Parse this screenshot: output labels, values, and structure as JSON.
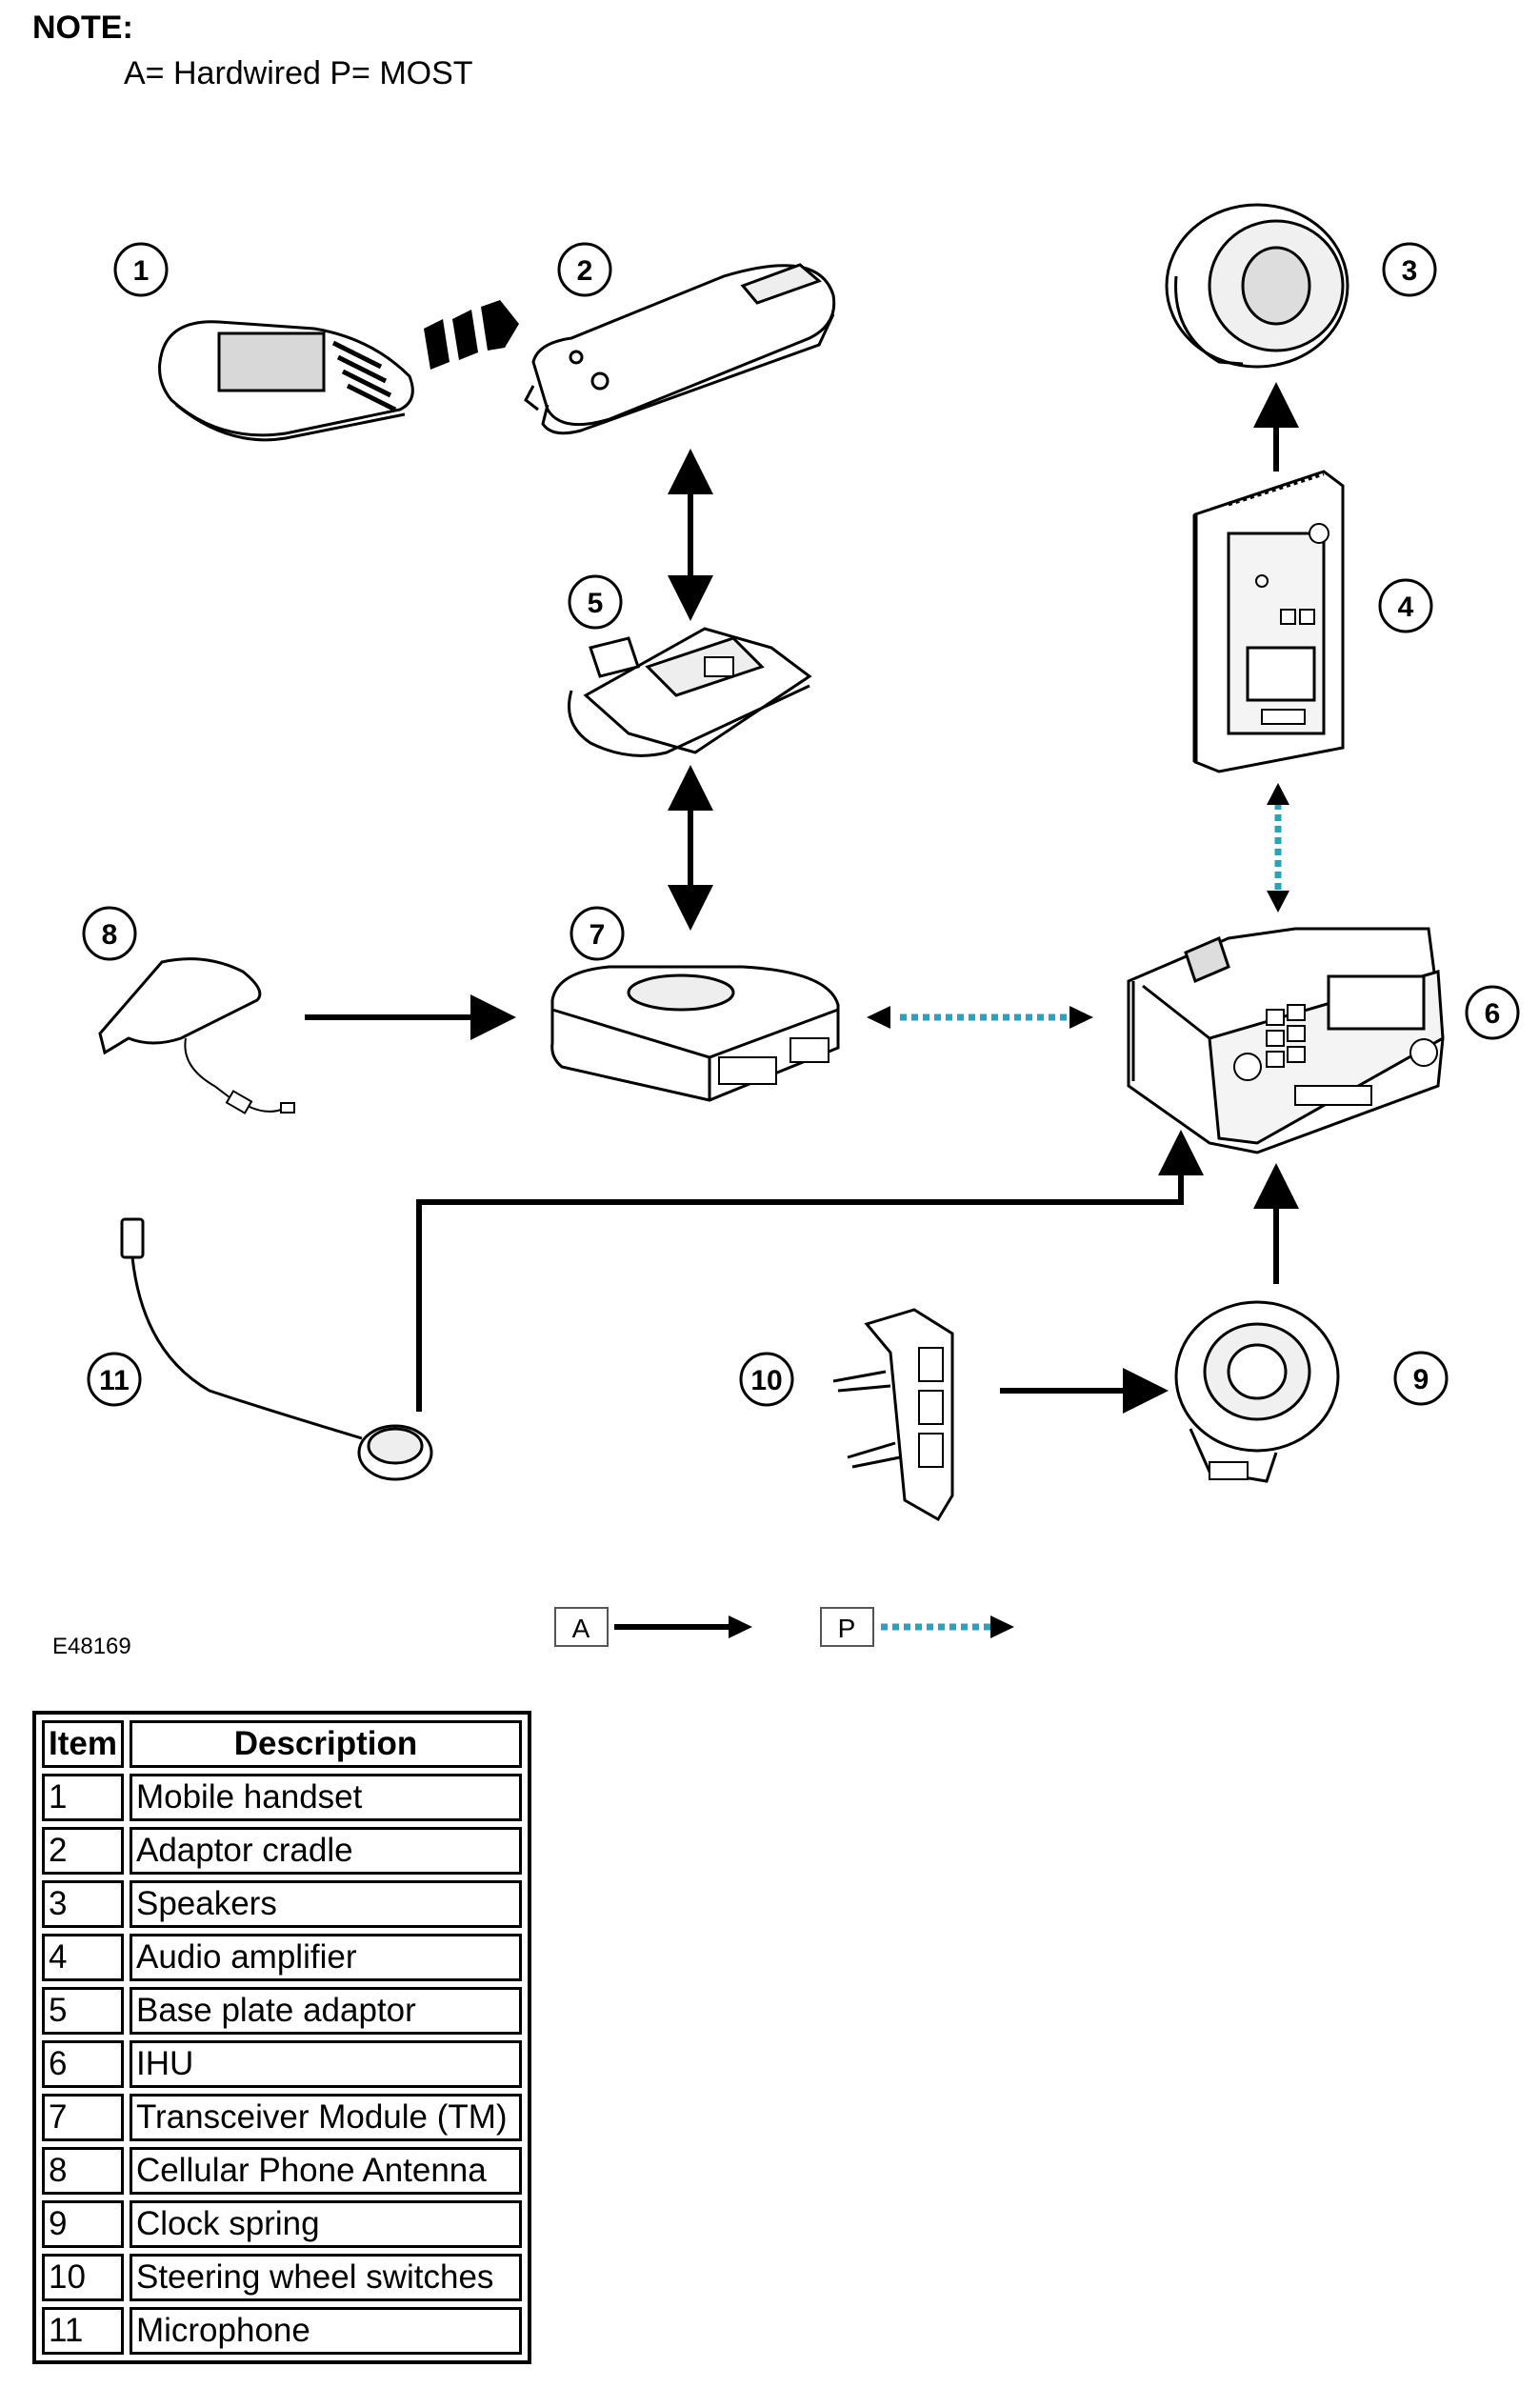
{
  "note": {
    "title": "NOTE:",
    "text": "A= Hardwired P= MOST"
  },
  "figure_id": "E48169",
  "callouts": [
    "1",
    "2",
    "3",
    "4",
    "5",
    "6",
    "7",
    "8",
    "9",
    "10",
    "11"
  ],
  "legend": {
    "hardwired": "A",
    "most": "P"
  },
  "colors": {
    "hardwired_line": "#000000",
    "most_line": "#2aa3b8"
  },
  "table": {
    "headers": [
      "Item",
      "Description"
    ],
    "rows": [
      {
        "item": "1",
        "desc": "Mobile handset"
      },
      {
        "item": "2",
        "desc": "Adaptor cradle"
      },
      {
        "item": "3",
        "desc": "Speakers"
      },
      {
        "item": "4",
        "desc": "Audio amplifier"
      },
      {
        "item": "5",
        "desc": "Base plate adaptor"
      },
      {
        "item": "6",
        "desc": "IHU"
      },
      {
        "item": "7",
        "desc": "Transceiver Module (TM)"
      },
      {
        "item": "8",
        "desc": "Cellular Phone Antenna"
      },
      {
        "item": "9",
        "desc": "Clock spring"
      },
      {
        "item": "10",
        "desc": "Steering wheel switches"
      },
      {
        "item": "11",
        "desc": "Microphone"
      }
    ]
  }
}
